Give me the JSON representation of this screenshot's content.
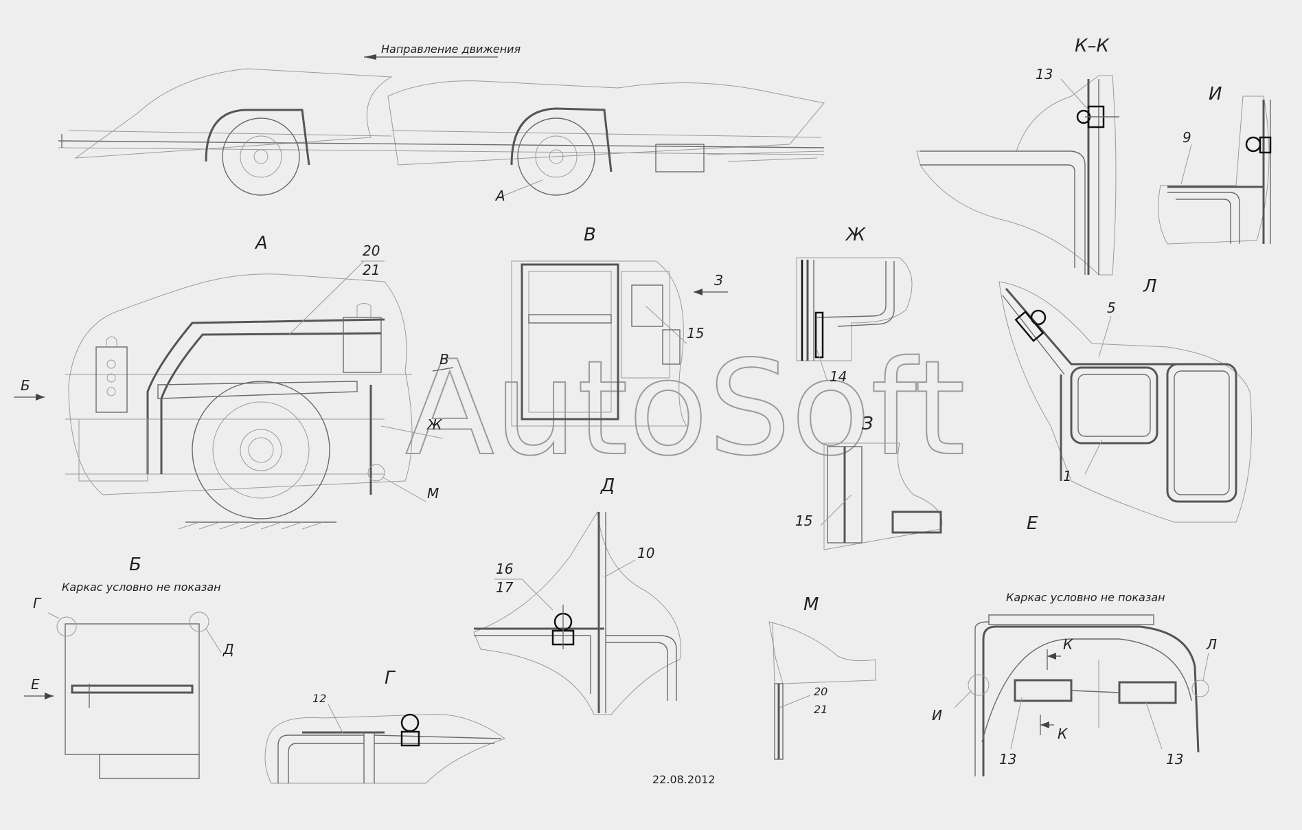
{
  "watermark": "AutoSoft",
  "date": "22.08.2012",
  "main_view": {
    "direction_label": "Направление движения",
    "callout_a": "А"
  },
  "view_a": {
    "title": "А",
    "labels": {
      "b_arrow": "Б",
      "v_arrow": "В",
      "zh": "Ж",
      "m": "М",
      "n20": "20",
      "n21": "21"
    }
  },
  "view_v": {
    "title": "В",
    "labels": {
      "z_arrow": "З",
      "n15": "15"
    }
  },
  "view_zh": {
    "title": "Ж",
    "labels": {
      "n14": "14"
    }
  },
  "view_z": {
    "title": "З",
    "labels": {
      "n15": "15"
    }
  },
  "view_kk": {
    "title": "К–К",
    "labels": {
      "n13": "13"
    }
  },
  "view_i": {
    "title": "И",
    "labels": {
      "n9": "9"
    }
  },
  "view_l": {
    "title": "Л",
    "labels": {
      "n5": "5",
      "n1": "1"
    }
  },
  "view_b": {
    "title": "Б",
    "note": "Каркас условно не показан",
    "labels": {
      "g": "Г",
      "d": "Д",
      "e": "Е"
    }
  },
  "view_g": {
    "title": "Г",
    "labels": {
      "n12": "12"
    }
  },
  "view_d": {
    "title": "Д",
    "labels": {
      "n16": "16",
      "n17": "17",
      "n10": "10"
    }
  },
  "view_m": {
    "title": "М",
    "labels": {
      "n20": "20",
      "n21": "21"
    }
  },
  "view_e": {
    "title": "Е",
    "note": "Каркас условно не показан",
    "labels": {
      "k_top": "К",
      "k_bottom": "К",
      "i": "И",
      "l": "Л",
      "n13a": "13",
      "n13b": "13"
    }
  }
}
